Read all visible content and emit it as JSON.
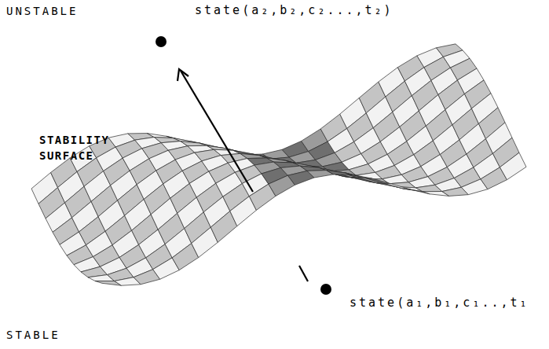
{
  "diagram": {
    "labels": [
      "UNSTABLE",
      "state(a₂,b₂,c₂...,t₂)",
      "STABILITY SURFACE",
      "STABLE",
      "state(a₁,b₁,c₁..,t₁"
    ]
  }
}
